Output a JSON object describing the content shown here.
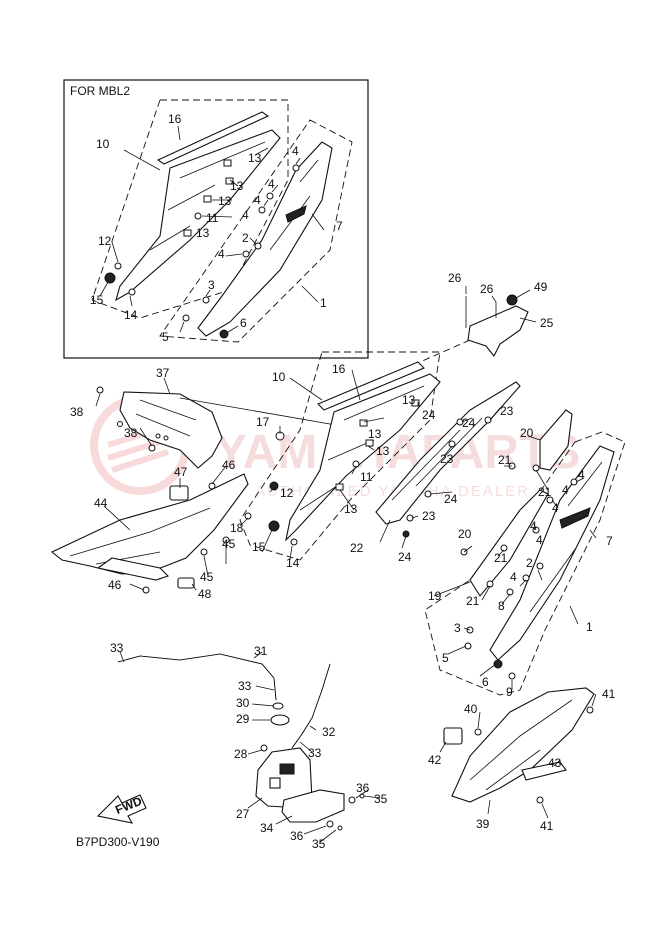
{
  "inset": {
    "title": "FOR MBL2"
  },
  "diagram_code": "B7PD300-V190",
  "fwd_label": "FWD",
  "watermark": {
    "brand": "YAMAHAPARTS",
    "tagline": "AUTHORIZED YAMAHA DEALER"
  },
  "callouts": {
    "c1": "1",
    "c2": "2",
    "c3": "3",
    "c4": "4",
    "c5": "5",
    "c6": "6",
    "c7": "7",
    "c8": "8",
    "c9": "9",
    "c10": "10",
    "c11": "11",
    "c12": "12",
    "c13": "13",
    "c14": "14",
    "c15": "15",
    "c16": "16",
    "c17": "17",
    "c18": "18",
    "c19": "19",
    "c20": "20",
    "c21": "21",
    "c22": "22",
    "c23": "23",
    "c24": "24",
    "c25": "25",
    "c26": "26",
    "c27": "27",
    "c28": "28",
    "c29": "29",
    "c30": "30",
    "c31": "31",
    "c32": "32",
    "c33": "33",
    "c34": "34",
    "c35": "35",
    "c36": "36",
    "c37": "37",
    "c38": "38",
    "c39": "39",
    "c40": "40",
    "c41": "41",
    "c42": "42",
    "c43": "43",
    "c44": "44",
    "c45": "45",
    "c46": "46",
    "c47": "47",
    "c48": "48",
    "c49": "49"
  }
}
